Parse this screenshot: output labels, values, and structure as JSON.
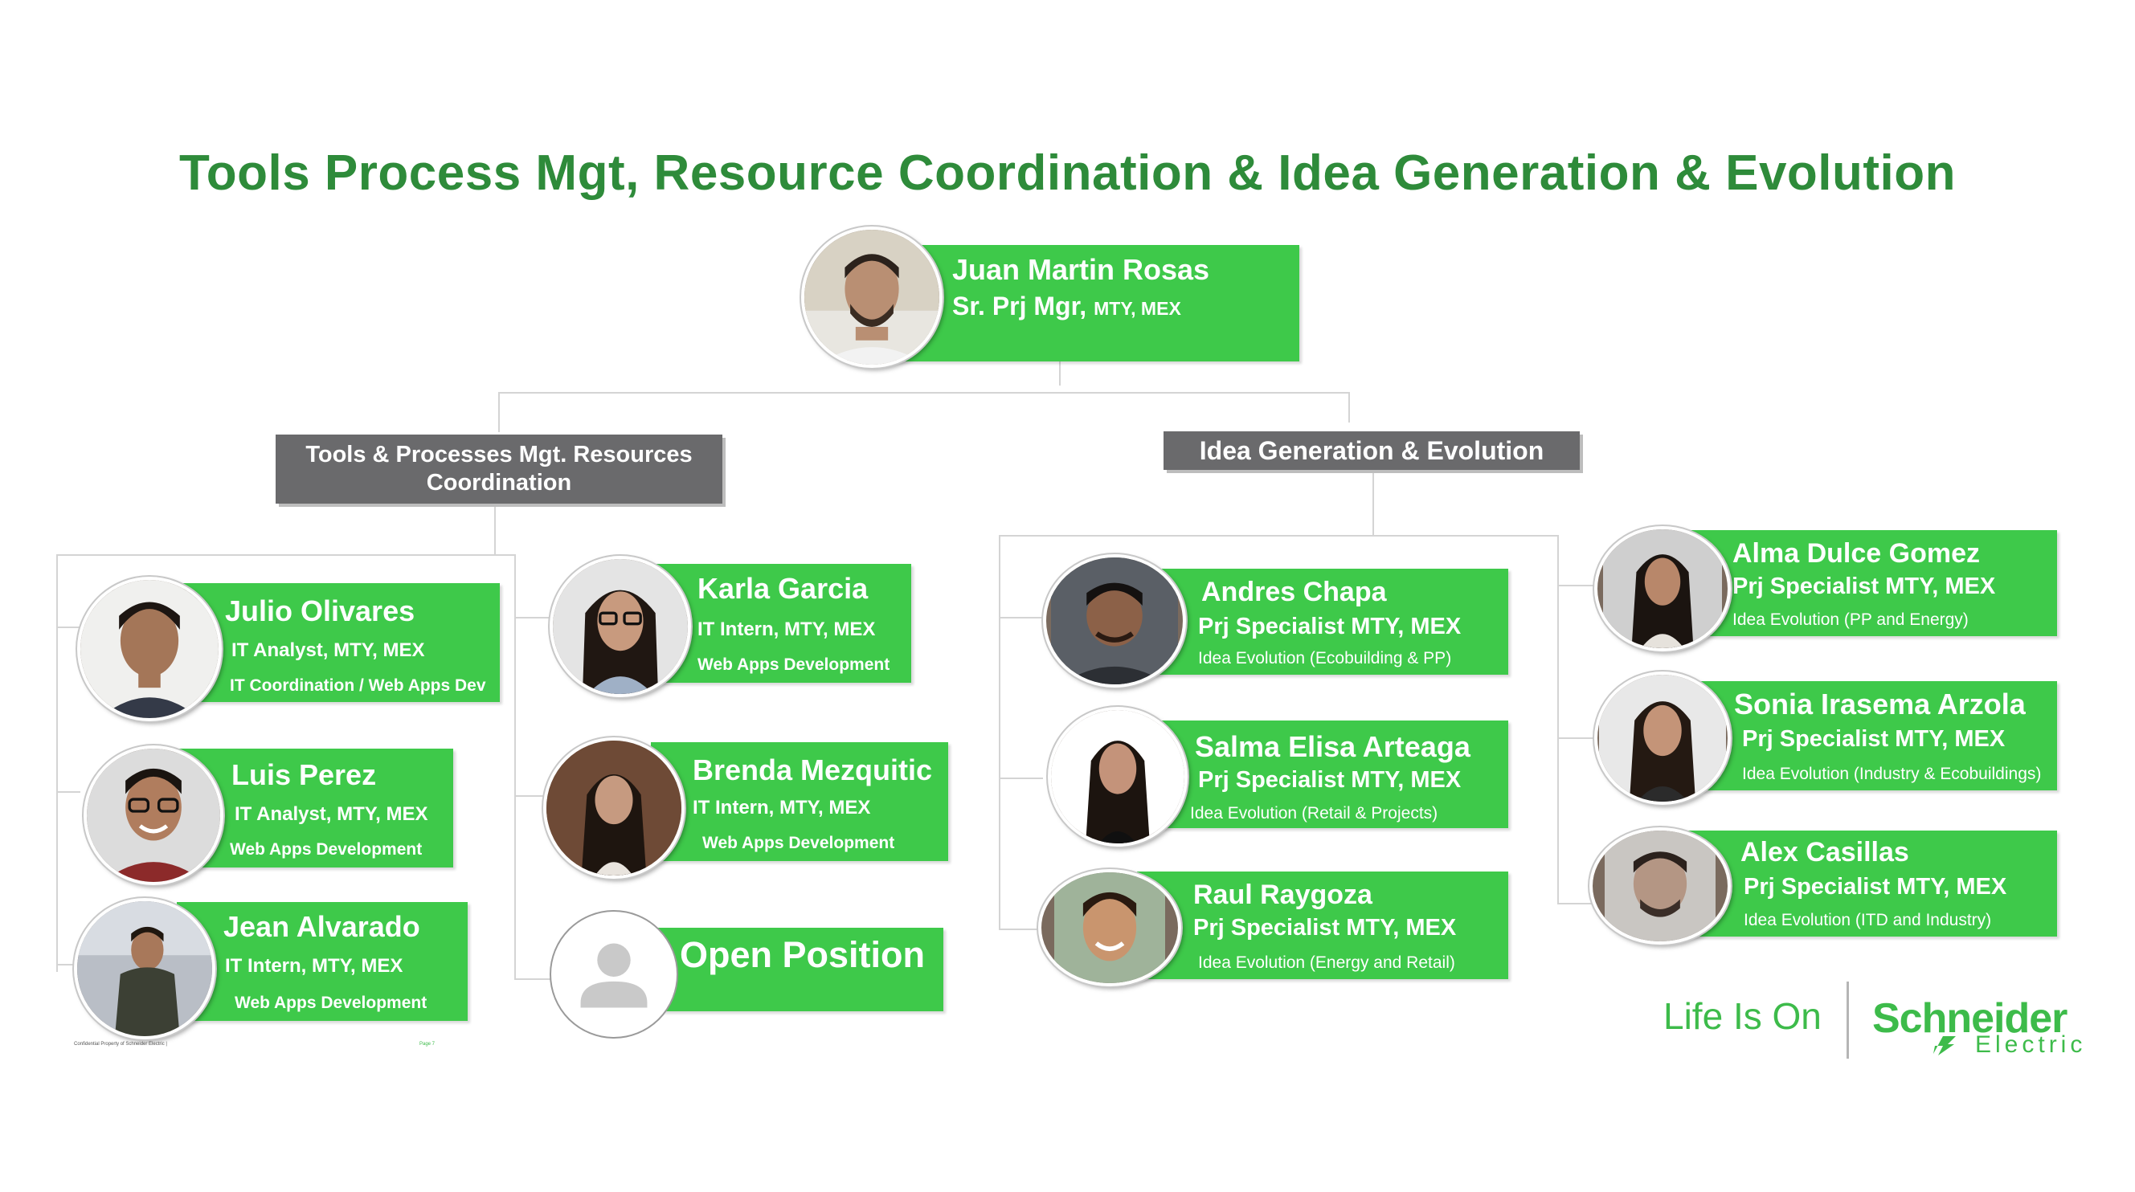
{
  "title": "Tools Process Mgt, Resource Coordination & Idea Generation & Evolution",
  "top": {
    "name": "Juan Martin Rosas",
    "role": "Sr. Prj Mgr,",
    "location": "MTY, MEX"
  },
  "groups": {
    "left": "Tools & Processes Mgt. Resources Coordination",
    "right": "Idea Generation & Evolution"
  },
  "people": {
    "julio": {
      "name": "Julio Olivares",
      "role": "IT Analyst,",
      "location": "MTY, MEX",
      "team": "IT Coordination / Web Apps Dev"
    },
    "luis": {
      "name": "Luis Perez",
      "role": "IT Analyst,",
      "location": "MTY, MEX",
      "team": "Web Apps Development"
    },
    "jean": {
      "name": "Jean Alvarado",
      "role": "IT Intern,",
      "location": "MTY, MEX",
      "team": "Web Apps Development"
    },
    "karla": {
      "name": "Karla Garcia",
      "role": "IT Intern,",
      "location": "MTY, MEX",
      "team": "Web Apps Development"
    },
    "brenda": {
      "name": "Brenda Mezquitic",
      "role": "IT Intern,",
      "location": "MTY, MEX",
      "team": "Web Apps Development"
    },
    "open": {
      "name": "Open Position"
    },
    "andres": {
      "name": "Andres Chapa",
      "role": "Prj Specialist MTY, MEX",
      "team": "Idea Evolution (Ecobuilding & PP)"
    },
    "salma": {
      "name": "Salma Elisa Arteaga",
      "role": "Prj Specialist MTY, MEX",
      "team": "Idea Evolution (Retail & Projects)"
    },
    "raul": {
      "name": "Raul Raygoza",
      "role": "Prj Specialist MTY, MEX",
      "team": "Idea Evolution (Energy and Retail)"
    },
    "alma": {
      "name": "Alma Dulce Gomez",
      "role": "Prj Specialist MTY, MEX",
      "team": "Idea Evolution (PP and Energy)"
    },
    "sonia": {
      "name": "Sonia Irasema Arzola",
      "role": "Prj Specialist MTY, MEX",
      "team": "Idea Evolution (Industry & Ecobuildings)"
    },
    "alex": {
      "name": "Alex Casillas",
      "role": "Prj Specialist MTY, MEX",
      "team": "Idea Evolution (ITD and Industry)"
    }
  },
  "brand": {
    "tagline": "Life Is On",
    "name": "Schneider",
    "sub": "Electric"
  },
  "footer": {
    "confidential": "Confidential Property of Schneider Electric |",
    "page": "Page 7"
  },
  "colors": {
    "card_green": "#3ec94a",
    "title_green": "#2e8b3a",
    "group_gray": "#6a6a6c"
  }
}
